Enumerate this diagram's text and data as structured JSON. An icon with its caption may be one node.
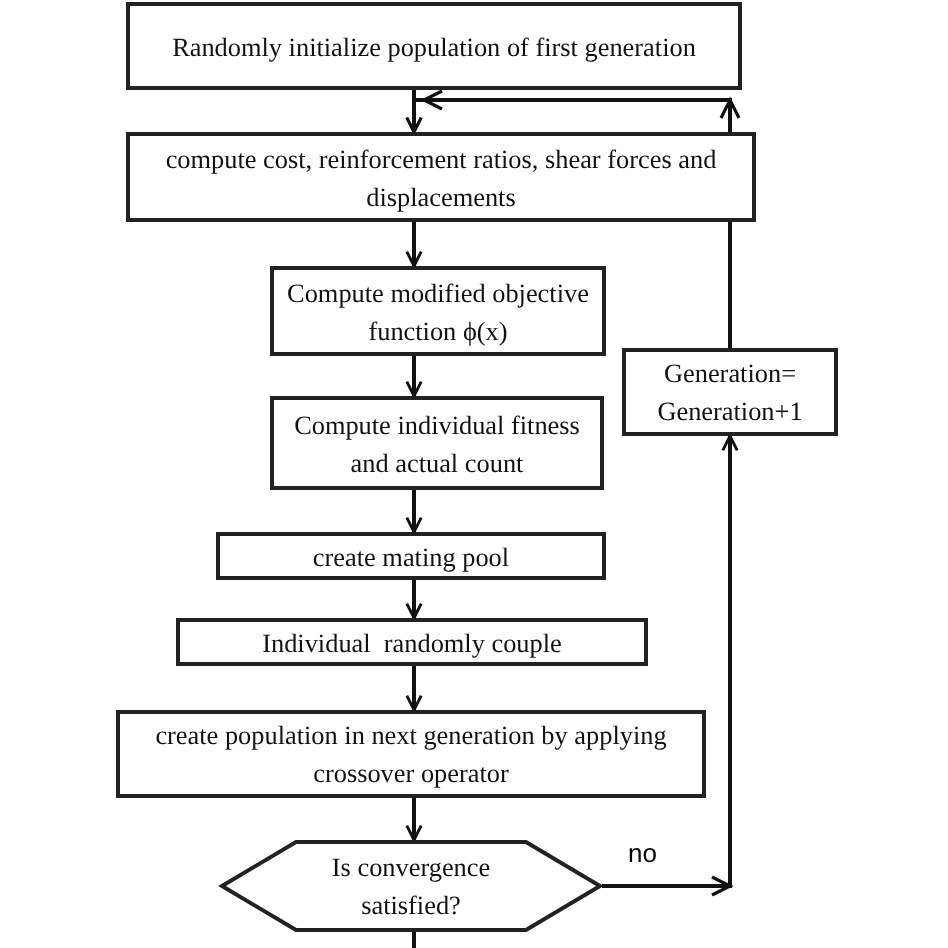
{
  "diagram": {
    "nodes": [
      {
        "text": [
          "Randomly initialize population of first generation"
        ]
      },
      {
        "text": [
          "compute cost, reinforcement ratios, shear forces and displacements"
        ]
      },
      {
        "text": [
          "Compute modified objective function ϕ(x)"
        ]
      },
      {
        "text": [
          "Compute individual fitness and actual count"
        ]
      },
      {
        "text": [
          "create mating pool"
        ]
      },
      {
        "text": [
          "Individual  randomly couple"
        ]
      },
      {
        "text": [
          "create population in next generation by applying crossover operator"
        ]
      },
      {
        "text": [
          "Is convergence satisfied?"
        ]
      },
      {
        "text": [
          "Generation= Generation+1"
        ]
      }
    ],
    "edges": [
      {
        "from": 0,
        "to": 1,
        "arrow": "to"
      },
      {
        "from": 1,
        "to": 2,
        "arrow": "to"
      },
      {
        "from": 2,
        "to": 3,
        "arrow": "to"
      },
      {
        "from": 3,
        "to": 4,
        "arrow": "to"
      },
      {
        "from": 4,
        "to": 5,
        "arrow": "to"
      },
      {
        "from": 5,
        "to": 6,
        "arrow": "to"
      },
      {
        "from": 6,
        "to": 7,
        "arrow": "to"
      },
      {
        "from": 7,
        "to": 8,
        "label": "no",
        "arrow": "to"
      },
      {
        "from": 8,
        "to": 1,
        "arrow": "to"
      },
      {
        "from": 7,
        "to": null,
        "arrow": "none"
      }
    ]
  }
}
